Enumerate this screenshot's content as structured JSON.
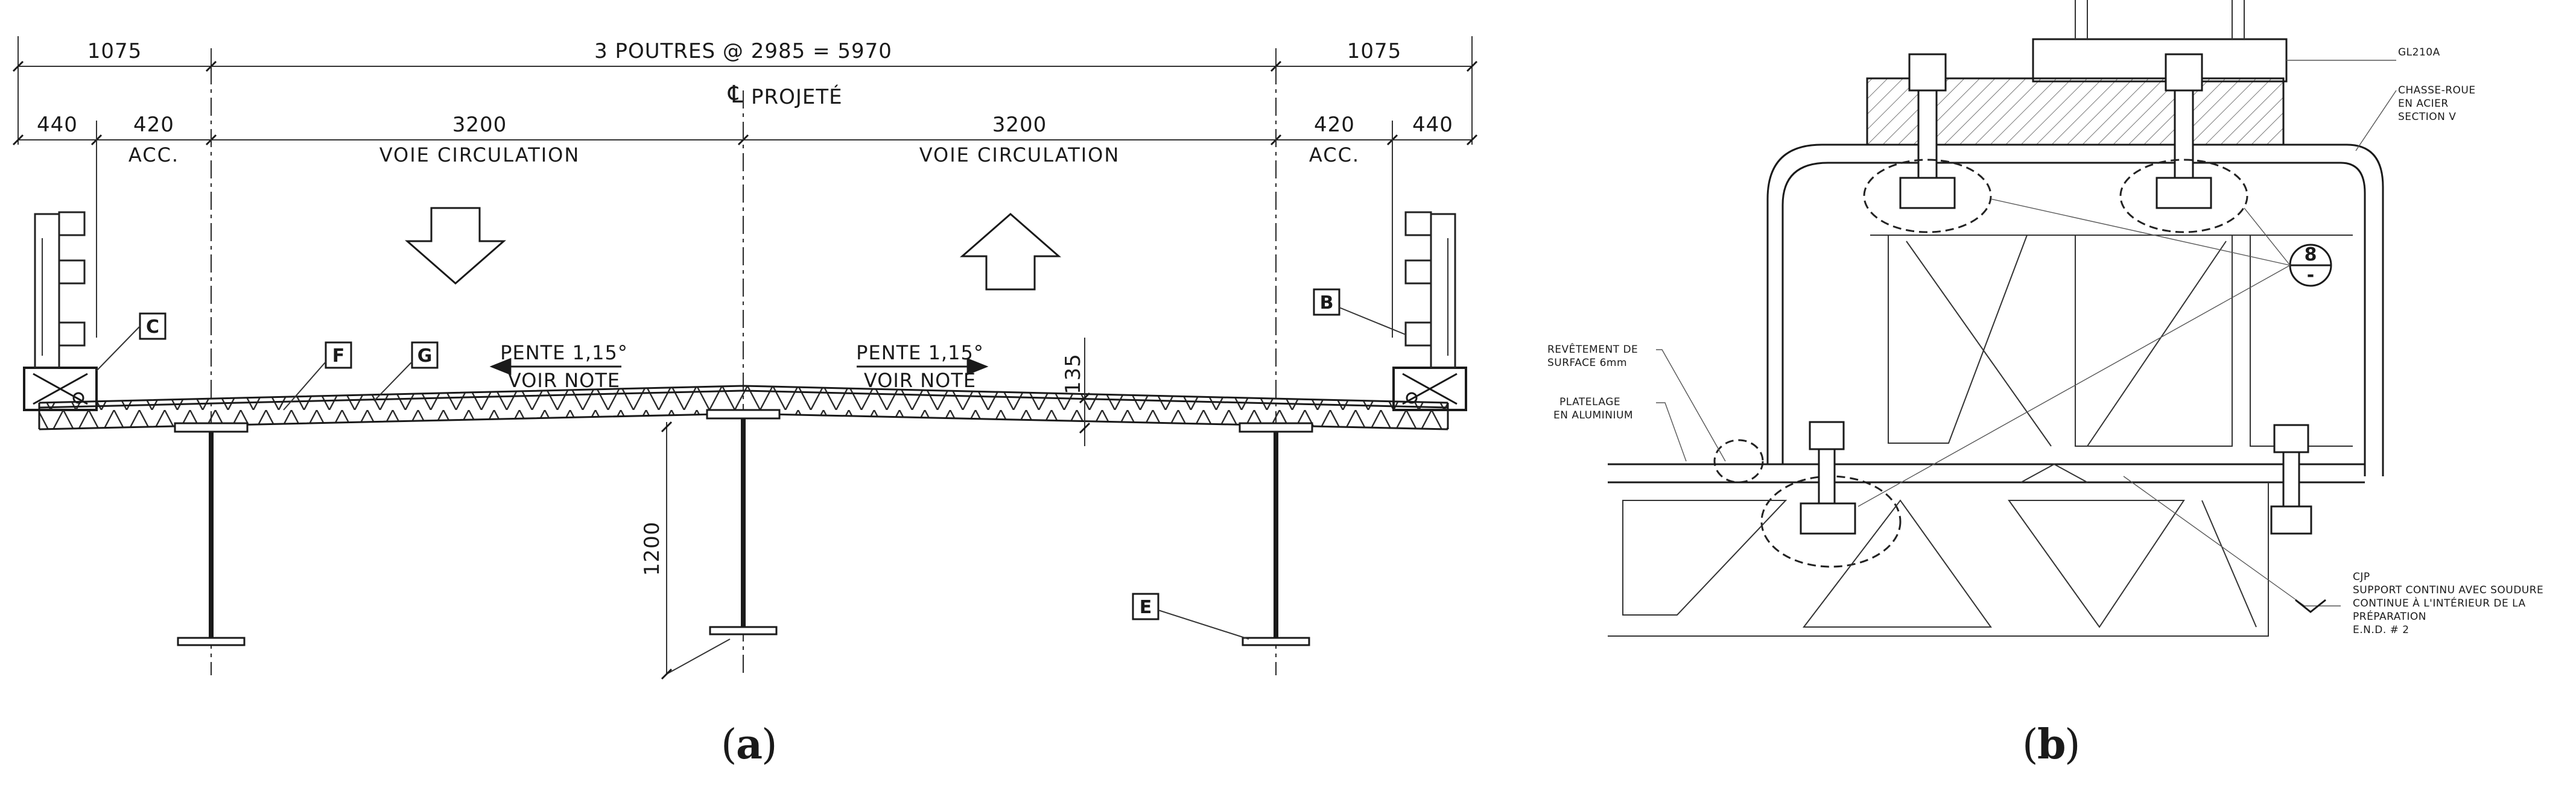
{
  "panel_a": {
    "dimensions_top": {
      "left": "1075",
      "center": "3 POUTRES @ 2985 = 5970",
      "right": "1075"
    },
    "centerline_symbol": "℄",
    "centerline_label": "PROJETÉ",
    "dimensions_mid": {
      "left_outer": "440",
      "left_inner": "420",
      "left_inner_label": "ACC.",
      "lane_left": "3200",
      "lane_left_label": "VOIE CIRCULATION",
      "lane_right": "3200",
      "lane_right_label": "VOIE CIRCULATION",
      "right_inner": "420",
      "right_inner_label": "ACC.",
      "right_outer": "440"
    },
    "slope_left": {
      "text": "PENTE 1,15°",
      "note": "VOIR NOTE"
    },
    "slope_right": {
      "text": "PENTE 1,15°",
      "note": "VOIR NOTE"
    },
    "deck_depth": "135",
    "girder_depth": "1200",
    "tags": {
      "b": "B",
      "c": "C",
      "e": "E",
      "f": "F",
      "g": "G"
    }
  },
  "panel_b": {
    "label_gl": "GL210A",
    "label_chasse": [
      "CHASSE-ROUE",
      "EN ACIER",
      "SECTION V"
    ],
    "label_revetement": [
      "REVÊTEMENT DE",
      "SURFACE 6mm"
    ],
    "label_platelage": [
      "PLATELAGE",
      "EN ALUMINIUM"
    ],
    "label_cjp": [
      "CJP",
      "SUPPORT CONTINU AVEC SOUDURE",
      "CONTINUE À L'INTÉRIEUR DE LA",
      "PRÉPARATION",
      "E.N.D. # 2"
    ],
    "weld_symbol_top": "8",
    "weld_symbol_bottom": "-"
  },
  "captions": {
    "a_open": "(",
    "a_letter": "a",
    "a_close": ")",
    "b_open": "(",
    "b_letter": "b",
    "b_close": ")"
  }
}
